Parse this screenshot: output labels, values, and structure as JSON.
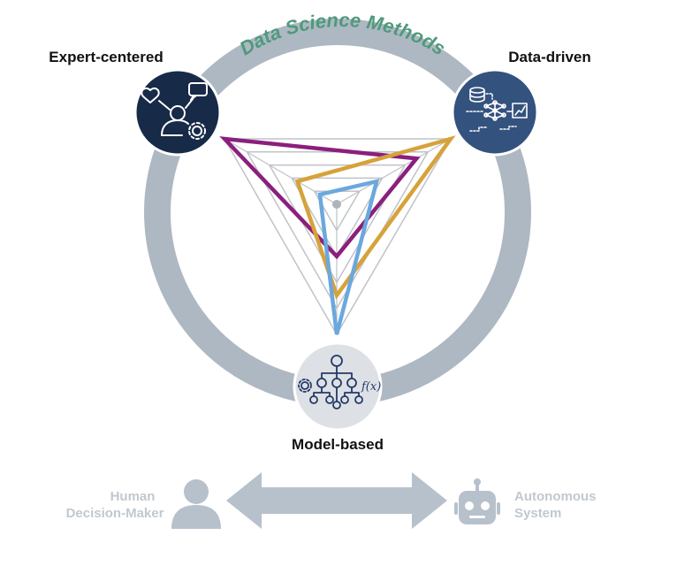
{
  "ring": {
    "label": "Data Science Methods",
    "ring_color": "#aeb8c2",
    "label_color": "#4f9a7c"
  },
  "nodes": {
    "expert": {
      "label": "Expert-centered",
      "fill": "#172a47",
      "icon": "expert-person-icon"
    },
    "data": {
      "label": "Data-driven",
      "fill": "#34527e",
      "icon": "data-network-icon"
    },
    "model": {
      "label": "Model-based",
      "fill": "#dde1e6",
      "icon": "model-tree-icon"
    }
  },
  "radar": {
    "grid_color": "#bfc3c8",
    "levels": 5,
    "series": [
      {
        "color": "#8b1f7d",
        "values": {
          "expert": 1.0,
          "data": 0.7,
          "model": 0.4
        }
      },
      {
        "color": "#d6a23a",
        "values": {
          "expert": 0.35,
          "data": 1.0,
          "model": 0.7
        }
      },
      {
        "color": "#6aa8de",
        "values": {
          "expert": 0.15,
          "data": 0.35,
          "model": 1.0
        }
      }
    ]
  },
  "bottom": {
    "left_line1": "Human",
    "left_line2": "Decision-Maker",
    "right_line1": "Autonomous",
    "right_line2": "System",
    "color": "#c2c8ce",
    "arrow_color": "#b7c1cb",
    "left_icon": "person-icon",
    "right_icon": "robot-icon"
  }
}
